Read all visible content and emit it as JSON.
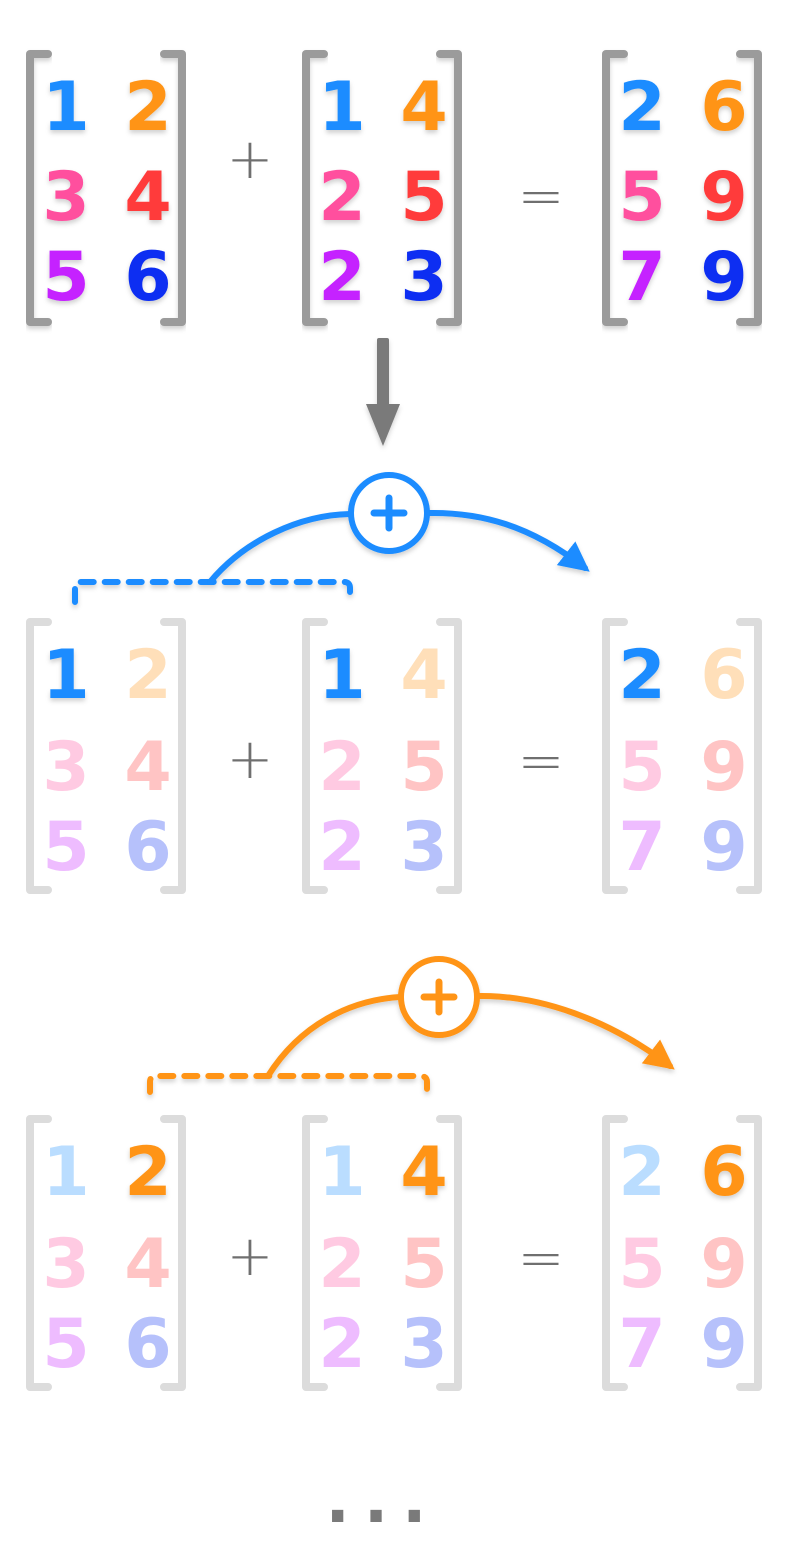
{
  "matrices": {
    "a": [
      [
        "1",
        "2"
      ],
      [
        "3",
        "4"
      ],
      [
        "5",
        "6"
      ]
    ],
    "b": [
      [
        "1",
        "4"
      ],
      [
        "2",
        "5"
      ],
      [
        "2",
        "3"
      ]
    ],
    "sum": [
      [
        "2",
        "6"
      ],
      [
        "5",
        "9"
      ],
      [
        "7",
        "9"
      ]
    ]
  },
  "operators": {
    "plus": "+",
    "equals": "="
  },
  "ellipsis": "...",
  "colors": {
    "cells": [
      [
        "#1a8cff",
        "#ff9416"
      ],
      [
        "#ff4f9e",
        "#ff3b3b"
      ],
      [
        "#c521ff",
        "#0d2ff2"
      ]
    ],
    "bracket": "#9b9b9b",
    "bracket_faded": "#dcdcdc",
    "arrow": "#7a7a7a",
    "step_blue": "#1a8cff",
    "step_orange": "#ff9416"
  },
  "steps": [
    {
      "highlight": [
        0,
        0
      ],
      "color": "#1a8cff",
      "icon": "plus-circle-icon"
    },
    {
      "highlight": [
        0,
        1
      ],
      "color": "#ff9416",
      "icon": "plus-circle-icon"
    }
  ]
}
